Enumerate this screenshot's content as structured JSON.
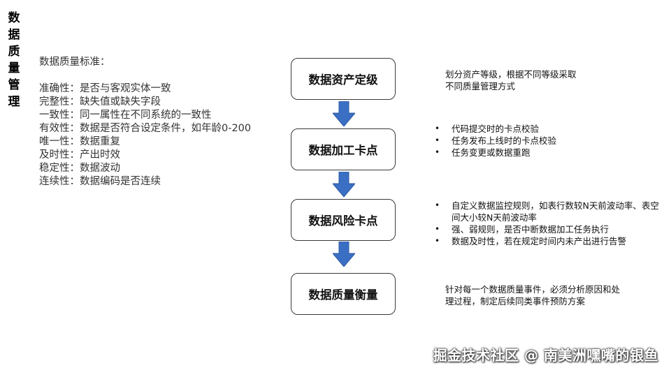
{
  "side_title": [
    "数",
    "据",
    "质",
    "量",
    "管",
    "理"
  ],
  "standards": {
    "heading": "数据质量标准：",
    "items": [
      "准确性：是否与客观实体一致",
      "完整性：缺失值或缺失字段",
      "一致性：同一属性在不同系统的一致性",
      "有效性：数据是否符合设定条件，如年龄0-200",
      "唯一性：数据重复",
      "及时性：产出时效",
      "稳定性：数据波动",
      "连续性：数据编码是否连续"
    ]
  },
  "flow": {
    "steps": [
      {
        "label": "数据资产定级"
      },
      {
        "label": "数据加工卡点"
      },
      {
        "label": "数据风险卡点"
      },
      {
        "label": "数据质量衡量"
      }
    ]
  },
  "descriptions": {
    "asset_level": [
      "划分资产等级，根据不同等级采取",
      "不同质量管理方式"
    ],
    "processing_checkpoint": [
      "代码提交时的卡点校验",
      "任务发布上线时的卡点校验",
      "任务变更或数据重跑"
    ],
    "risk_checkpoint": [
      "自定义数据监控规则，如表行数较N天前波动率、表空间大小较N天前波动率",
      "强、弱规则，是否中断数据加工任务执行",
      "数据及时性，若在规定时间内未产出进行告警"
    ],
    "quality_measure": [
      "针对每一个数据质量事件，必须分析原因和处",
      "理过程，制定后续同类事件预防方案"
    ]
  },
  "watermark": "掘金技术社区 @ 南美洲嘿嘴的银鱼",
  "colors": {
    "arrow": "#3a6fc4",
    "box_border": "#3a3a3a"
  }
}
